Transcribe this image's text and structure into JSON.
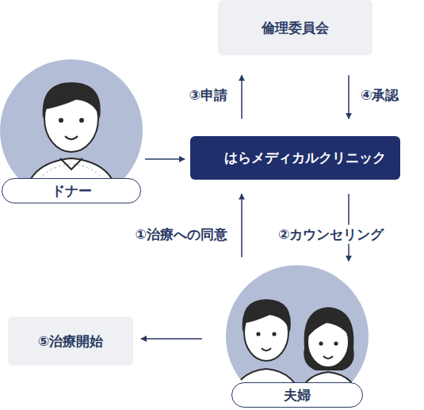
{
  "diagram": {
    "nodes": [
      {
        "text": [
          "倫理委員会"
        ]
      },
      {
        "text": [
          "ドナー"
        ]
      },
      {
        "text": [
          "はらメディカルクリニック"
        ]
      },
      {
        "text": [
          "夫婦"
        ]
      },
      {
        "text": [
          "⑤治療開始"
        ]
      }
    ],
    "edges": [
      {
        "from": 1,
        "to": 2,
        "arrow": "to"
      },
      {
        "from": 2,
        "to": 0,
        "label": "③申請",
        "arrow": "to"
      },
      {
        "from": 0,
        "to": 2,
        "label": "④承認",
        "arrow": "to"
      },
      {
        "from": 3,
        "to": 2,
        "label": "①治療への同意",
        "arrow": "to"
      },
      {
        "from": 2,
        "to": 3,
        "label": "②カウンセリング",
        "arrow": "to"
      },
      {
        "from": 3,
        "to": 4,
        "arrow": "to"
      }
    ]
  }
}
